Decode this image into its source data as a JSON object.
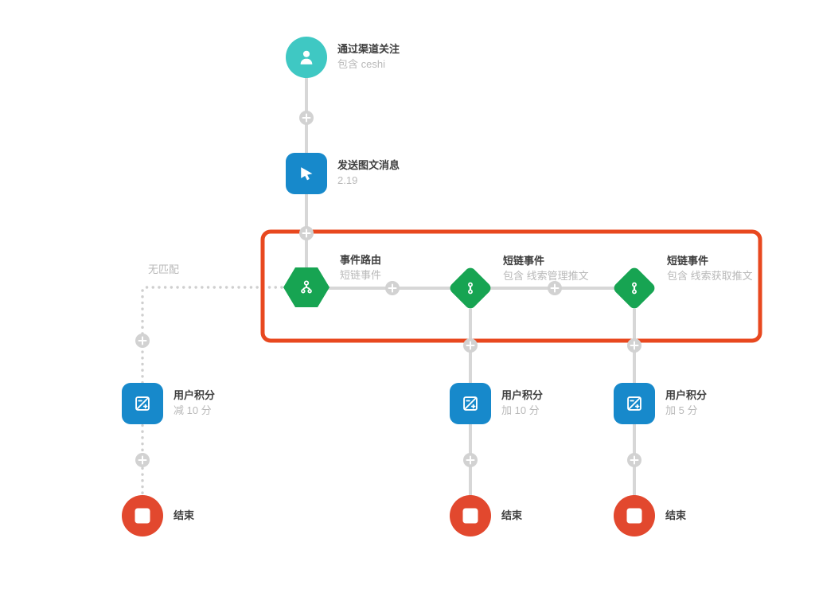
{
  "colors": {
    "teal": "#3fc8c3",
    "blue": "#1789cb",
    "green": "#17a452",
    "red": "#e2482e",
    "orange": "#e8481f",
    "line": "#d7d7d7",
    "dotted": "#cfcfcf",
    "plus_bg": "#d2d2d2",
    "title": "#3e3e3e",
    "subtitle": "#b9b9b9",
    "canvas_bg": "#ffffff"
  },
  "no_match_label": "无匹配",
  "nodes": [
    {
      "id": "trigger-channel-follow",
      "title": "通过渠道关注",
      "subtitle": "包含 ceshi"
    },
    {
      "id": "send-message",
      "title": "发送图文消息",
      "subtitle": "2.19"
    },
    {
      "id": "event-router",
      "title": "事件路由",
      "subtitle": "短链事件"
    },
    {
      "id": "shortlink-event-1",
      "title": "短链事件",
      "subtitle": "包含 线索管理推文"
    },
    {
      "id": "shortlink-event-2",
      "title": "短链事件",
      "subtitle": "包含 线索获取推文"
    },
    {
      "id": "user-score-minus",
      "title": "用户积分",
      "subtitle": "减 10 分"
    },
    {
      "id": "user-score-plus10",
      "title": "用户积分",
      "subtitle": "加 10 分"
    },
    {
      "id": "user-score-plus5",
      "title": "用户积分",
      "subtitle": "加 5 分"
    },
    {
      "id": "end-1",
      "title": "结束"
    },
    {
      "id": "end-2",
      "title": "结束"
    },
    {
      "id": "end-3",
      "title": "结束"
    }
  ]
}
